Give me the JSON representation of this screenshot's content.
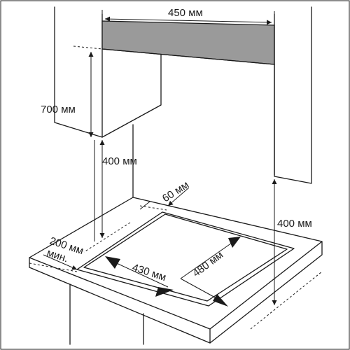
{
  "labels": {
    "hood_width": "450 мм",
    "cabinet_height": "700 мм",
    "cabinet_gap": "400 мм",
    "right_gap": "400 мм",
    "rear_clearance": "60 мм",
    "front_clearance_value": "200 мм",
    "front_clearance_note": "мин.",
    "hob_width": "430 мм",
    "hob_depth": "480 мм"
  }
}
